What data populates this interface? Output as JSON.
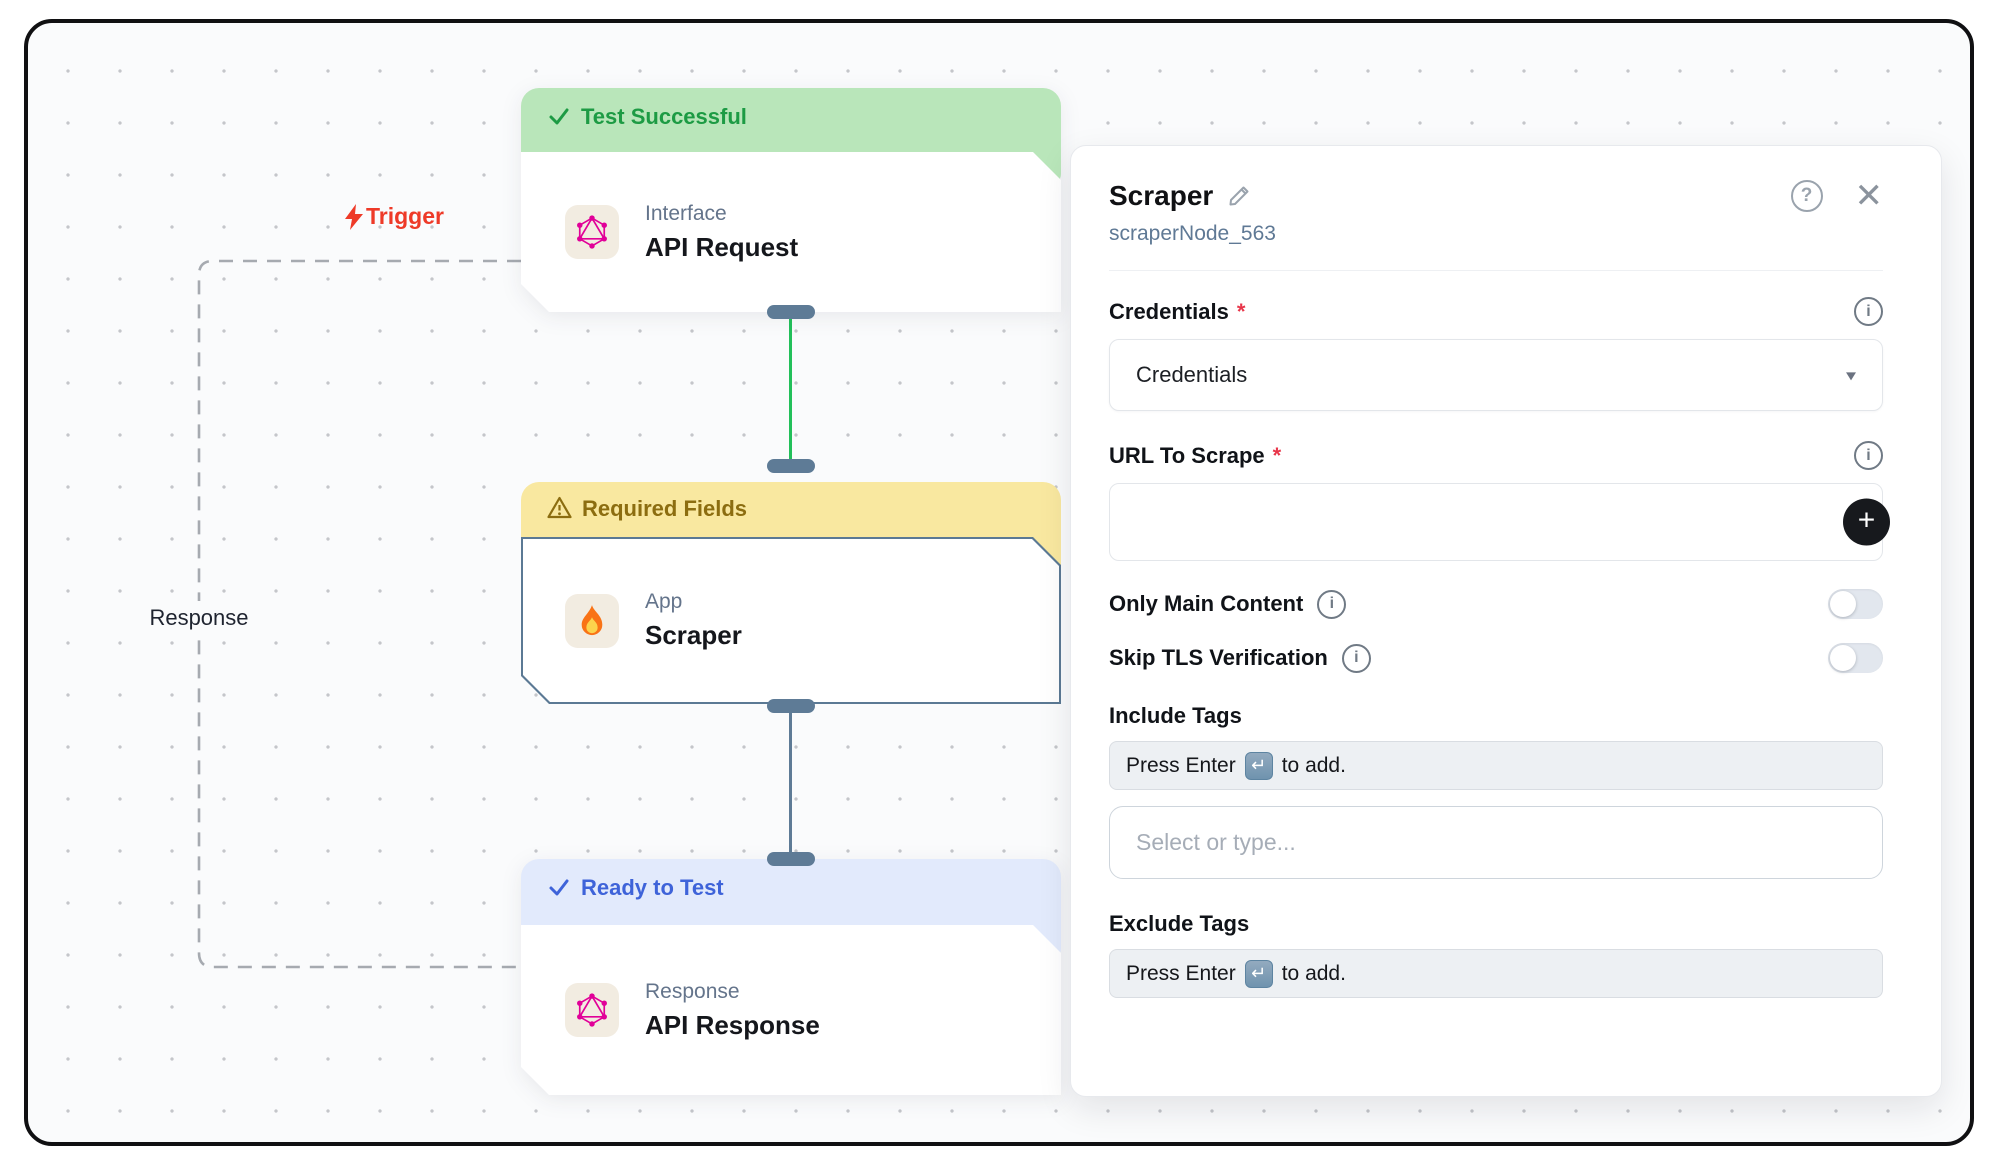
{
  "canvas": {
    "trigger_label": "Trigger",
    "response_label": "Response",
    "nodes": [
      {
        "status": "Test Successful",
        "category": "Interface",
        "title": "API Request"
      },
      {
        "status": "Required Fields",
        "category": "App",
        "title": "Scraper"
      },
      {
        "status": "Ready to Test",
        "category": "Response",
        "title": "API Response"
      }
    ]
  },
  "panel": {
    "title": "Scraper",
    "subtitle": "scraperNode_563",
    "help_glyph": "?",
    "credentials": {
      "label": "Credentials",
      "required": "*",
      "value": "Credentials"
    },
    "url": {
      "label": "URL To Scrape",
      "required": "*",
      "value": ""
    },
    "toggles": [
      {
        "label": "Only Main Content",
        "on": false
      },
      {
        "label": "Skip TLS Verification",
        "on": false
      }
    ],
    "include_tags": {
      "label": "Include Tags",
      "hint_prefix": "Press Enter",
      "hint_suffix": "to add.",
      "placeholder": "Select or type..."
    },
    "exclude_tags": {
      "label": "Exclude Tags",
      "hint_prefix": "Press Enter",
      "hint_suffix": "to add."
    }
  },
  "colors": {
    "success_green": "#1d9b44",
    "warning_yellow": "#8c6d10",
    "ready_blue": "#3e63d9",
    "edge_green": "#22c05a",
    "edge_slate": "#5e7b96",
    "graphql_pink": "#e10098",
    "trigger_red": "#ee3a28"
  }
}
